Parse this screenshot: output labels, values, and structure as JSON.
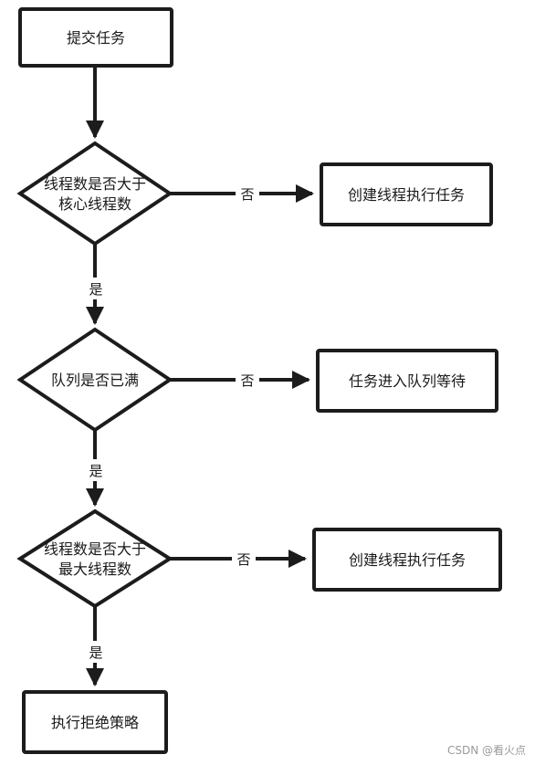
{
  "nodes": {
    "submit": "提交任务",
    "check_core_1": "线程数是否大于",
    "check_core_2": "核心线程数",
    "create_core": "创建线程执行任务",
    "check_queue": "队列是否已满",
    "enqueue": "任务进入队列等待",
    "check_max_1": "线程数是否大于",
    "check_max_2": "最大线程数",
    "create_max": "创建线程执行任务",
    "reject": "执行拒绝策略"
  },
  "edges": {
    "no_1": "否",
    "yes_1": "是",
    "no_2": "否",
    "yes_2": "是",
    "no_3": "否",
    "yes_3": "是"
  },
  "watermark": "CSDN @看火点"
}
